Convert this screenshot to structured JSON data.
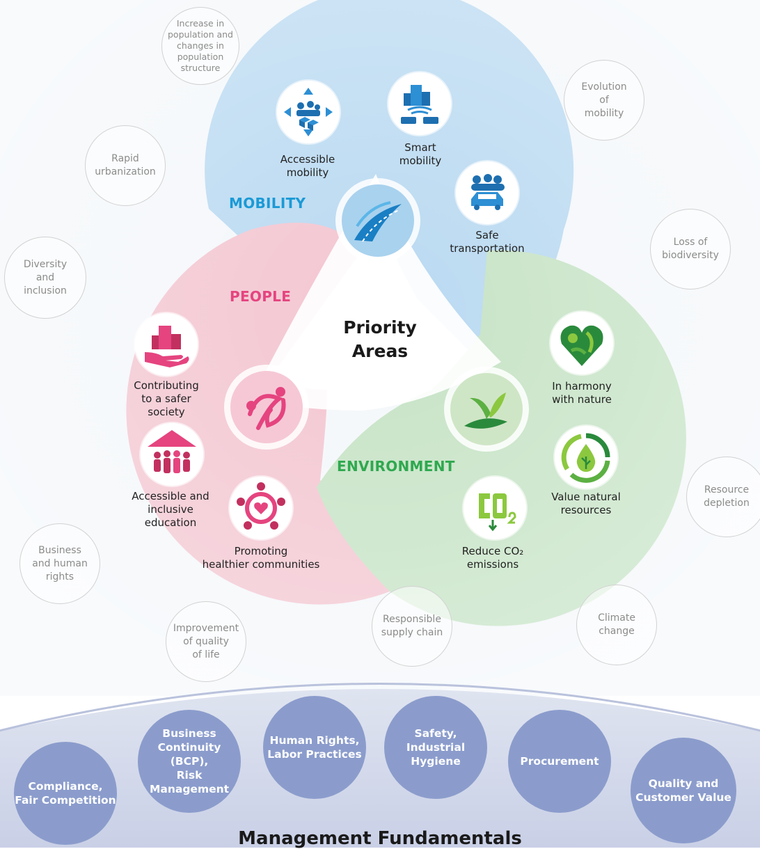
{
  "colors": {
    "mobility": "#1b9ad6",
    "people": "#e5447f",
    "environment": "#2fa84f",
    "fundamentals": "#8b9ccc"
  },
  "center_title": "Priority\nAreas",
  "areas": {
    "mobility": "MOBILITY",
    "people": "PEOPLE",
    "environment": "ENVIRONMENT"
  },
  "items": {
    "accessible_mobility": "Accessible\nmobility",
    "smart_mobility": "Smart\nmobility",
    "safe_transportation": "Safe\ntransportation",
    "safer_society": "Contributing\nto a safer\nsociety",
    "inclusive_education": "Accessible and\ninclusive\neducation",
    "healthier_communities": "Promoting\nhealthier communities",
    "harmony_nature": "In harmony\nwith nature",
    "natural_resources": "Value natural\nresources",
    "reduce_co2": "Reduce CO₂\nemissions"
  },
  "icon_names": [
    "arrows-people-icon",
    "city-transport-icon",
    "family-car-icon",
    "city-hand-icon",
    "school-family-icon",
    "circle-people-heart-icon",
    "leaf-heart-icon",
    "recycle-leaf-icon",
    "co2-icon",
    "road-icon",
    "people-hug-icon",
    "sprout-icon"
  ],
  "trends": {
    "population": "Increase in\npopulation and\nchanges in\npopulation\nstructure",
    "evolution_mobility": "Evolution\nof\nmobility",
    "urbanization": "Rapid\nurbanization",
    "biodiversity": "Loss of\nbiodiversity",
    "diversity": "Diversity\nand\ninclusion",
    "resource_depletion": "Resource\ndepletion",
    "human_rights": "Business\nand human\nrights",
    "supply_chain": "Responsible\nsupply chain",
    "climate_change": "Climate\nchange",
    "quality_life": "Improvement\nof quality\nof life"
  },
  "fundamentals": {
    "compliance": "Compliance,\nFair Competition",
    "bcp": "Business\nContinuity (BCP),\nRisk\nManagement",
    "human_rights": "Human Rights,\nLabor Practices",
    "safety": "Safety,\nIndustrial\nHygiene",
    "procurement": "Procurement",
    "quality": "Quality and\nCustomer Value"
  },
  "fundamentals_title": "Management Fundamentals"
}
